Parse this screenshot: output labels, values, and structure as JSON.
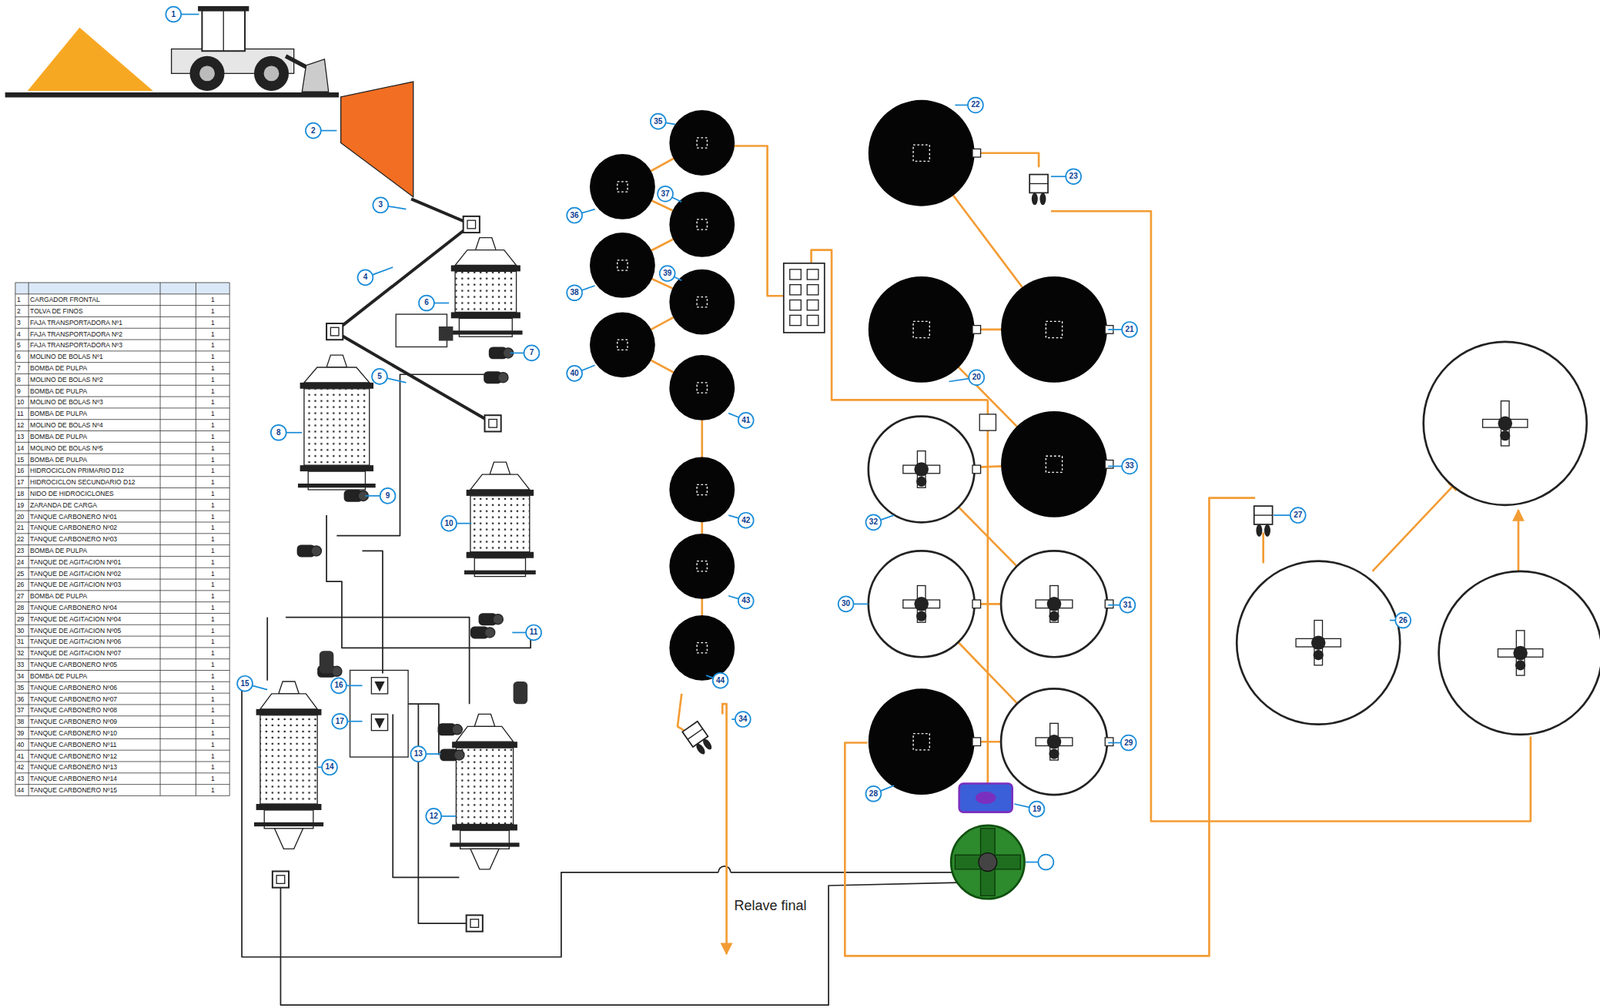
{
  "diagram": {
    "labels": [
      "1",
      "2",
      "3",
      "4",
      "5",
      "6",
      "7",
      "8",
      "9",
      "10",
      "11",
      "12",
      "13",
      "14",
      "15",
      "16",
      "17",
      "19",
      "20",
      "21",
      "22",
      "23",
      "26",
      "27",
      "28",
      "29",
      "30",
      "31",
      "32",
      "33",
      "34",
      "35",
      "36",
      "37",
      "38",
      "39",
      "40",
      "41",
      "42",
      "43",
      "44",
      "Relave final",
      "1",
      "CARGADOR FRONTAL",
      "1",
      "2",
      "TOLVA DE FINOS",
      "1",
      "3",
      "FAJA TRANSPORTADORA Nº1",
      "1",
      "4",
      "FAJA TRANSPORTADORA Nº2",
      "1",
      "5",
      "FAJA TRANSPORTADORA Nº3",
      "1",
      "6",
      "MOLINO DE BOLAS Nº1",
      "1",
      "7",
      "BOMBA DE PULPA",
      "1",
      "8",
      "MOLINO DE BOLAS Nº2",
      "1",
      "9",
      "BOMBA DE PULPA",
      "1",
      "10",
      "MOLINO DE BOLAS Nº3",
      "1",
      "11",
      "BOMBA DE PULPA",
      "1",
      "12",
      "MOLINO DE BOLAS Nº4",
      "1",
      "13",
      "BOMBA DE PULPA",
      "1",
      "14",
      "MOLINO DE BOLAS Nº5",
      "1",
      "15",
      "BOMBA DE PULPA",
      "1",
      "16",
      "HIDROCICLON PRIMARIO D12",
      "1",
      "17",
      "HIDROCICLON SECUNDARIO D12",
      "1",
      "18",
      "NIDO DE HIDROCICLONES",
      "1",
      "19",
      "ZARANDA DE CARGA",
      "1",
      "20",
      "TANQUE CARBONERO Nº01",
      "1",
      "21",
      "TANQUE CARBONERO Nº02",
      "1",
      "22",
      "TANQUE CARBONERO Nº03",
      "1",
      "23",
      "BOMBA DE PULPA",
      "1",
      "24",
      "TANQUE DE AGITACION Nº01",
      "1",
      "25",
      "TANQUE DE AGITACION Nº02",
      "1",
      "26",
      "TANQUE DE AGITACION Nº03",
      "1",
      "27",
      "BOMBA DE PULPA",
      "1",
      "28",
      "TANQUE CARBONERO Nº04",
      "1",
      "29",
      "TANQUE DE AGITACION Nº04",
      "1",
      "30",
      "TANQUE DE AGITACION Nº05",
      "1",
      "31",
      "TANQUE DE AGITACION Nº06",
      "1",
      "32",
      "TANQUE DE AGITACION Nº07",
      "1",
      "33",
      "TANQUE CARBONERO Nº05",
      "1",
      "34",
      "BOMBA DE PULPA",
      "1",
      "35",
      "TANQUE CARBONERO Nº06",
      "1",
      "36",
      "TANQUE CARBONERO Nº07",
      "1",
      "37",
      "TANQUE CARBONERO Nº08",
      "1",
      "38",
      "TANQUE CARBONERO Nº09",
      "1",
      "39",
      "TANQUE CARBONERO Nº10",
      "1",
      "40",
      "TANQUE CARBONERO Nº11",
      "1",
      "41",
      "TANQUE CARBONERO Nº12",
      "1",
      "42",
      "TANQUE CARBONERO Nº13",
      "1",
      "43",
      "TANQUE CARBONERO Nº14",
      "1",
      "44",
      "TANQUE CARBONERO Nº15",
      "1"
    ]
  }
}
